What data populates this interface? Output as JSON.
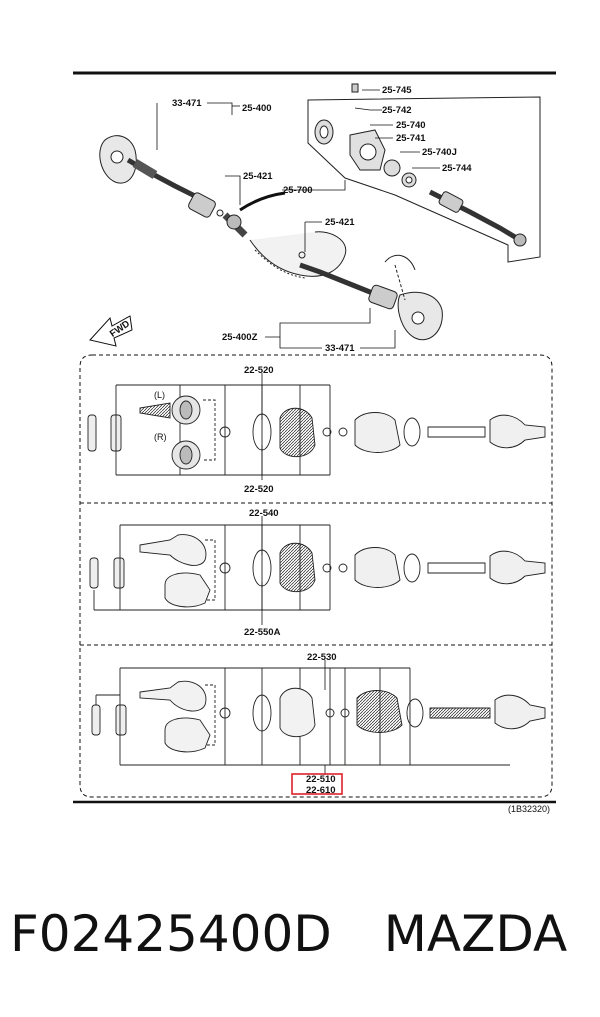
{
  "diagram": {
    "reference_code": "(1B32320)",
    "fwd_label": "FWD",
    "callouts": {
      "c33471_top": "33-471",
      "c25400": "25-400",
      "c25745": "25-745",
      "c25742": "25-742",
      "c25740": "25-740",
      "c25741": "25-741",
      "c25740J": "25-740J",
      "c25744": "25-744",
      "c25421_a": "25-421",
      "c25700": "25-700",
      "c25421_b": "25-421",
      "c25400Z": "25-400Z",
      "c33471_bottom": "33-471"
    },
    "sections": [
      {
        "top_label": "22-520",
        "bottom_label": "22-520",
        "L": "(L)",
        "R": "(R)"
      },
      {
        "top_label": "22-540",
        "bottom_label": "22-550A"
      },
      {
        "top_label": "22-530",
        "bottom_label_1": "22-510",
        "bottom_label_2": "22-610"
      }
    ]
  },
  "footer": {
    "part_number": "F02425400D",
    "brand": "MAZDA"
  }
}
